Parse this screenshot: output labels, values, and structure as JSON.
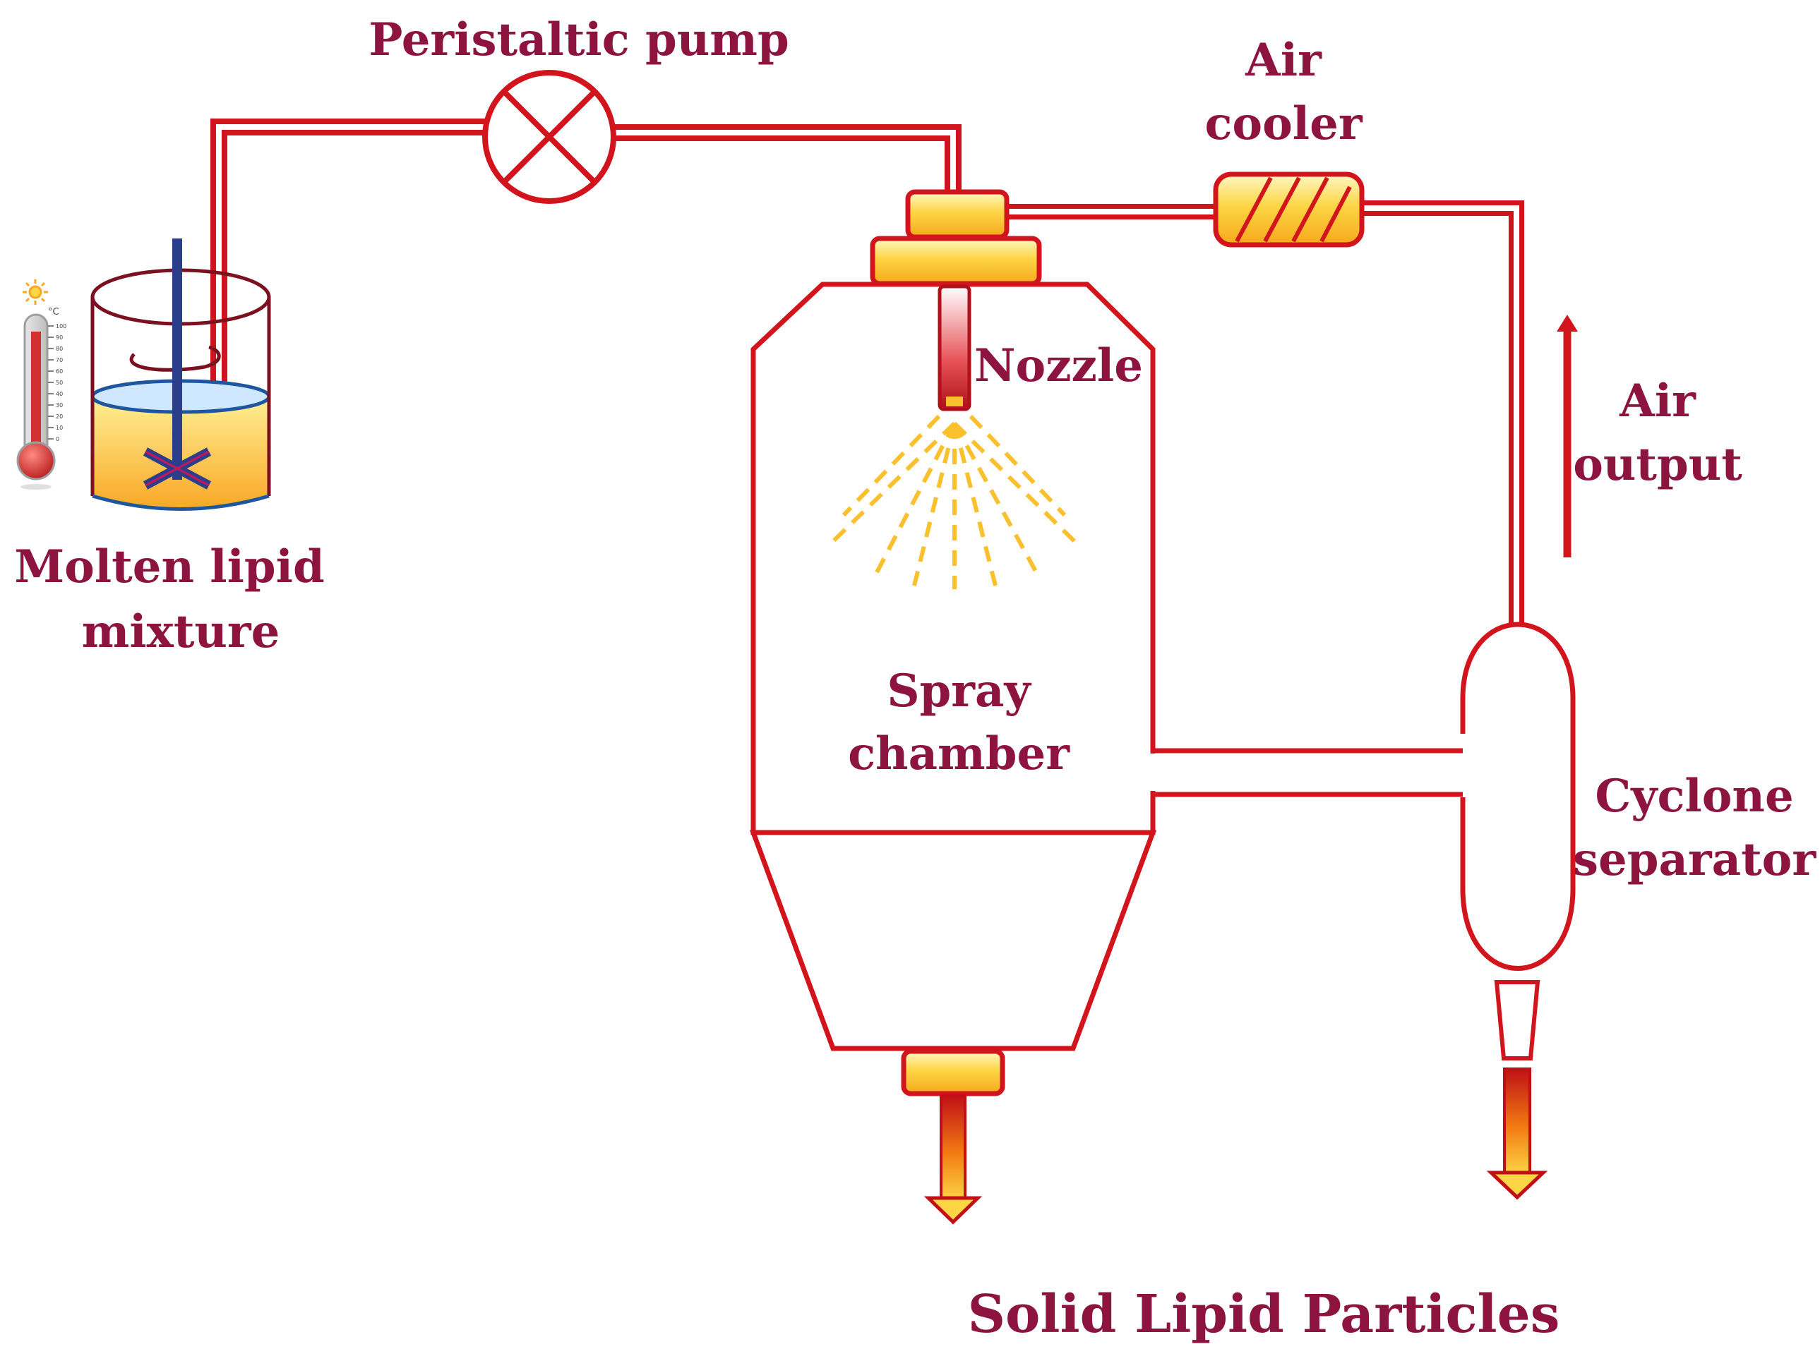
{
  "diagram": {
    "labels": {
      "peristaltic_pump": "Peristaltic pump",
      "air_cooler_line1": "Air",
      "air_cooler_line2": "cooler",
      "nozzle": "Nozzle",
      "air_output_line1": "Air",
      "air_output_line2": "output",
      "molten_line1": "Molten lipid",
      "molten_line2": "mixture",
      "spray_line1": "Spray",
      "spray_line2": "chamber",
      "cyclone_line1": "Cyclone",
      "cyclone_line2": "separator",
      "solid_particles": "Solid Lipid Particles"
    },
    "thermometer_unit": "°C",
    "thermometer_scale": [
      "100",
      "90",
      "80",
      "70",
      "60",
      "50",
      "40",
      "30",
      "20",
      "10",
      "0"
    ],
    "colors": {
      "line": "#d2141c",
      "text": "#8e1440",
      "fill_gold": "#fbc02d",
      "liquid_top": "#fff59d",
      "liquid_bottom": "#f9a825",
      "spray": "#fbc02d",
      "stirrer": "#2b3e8c"
    }
  }
}
